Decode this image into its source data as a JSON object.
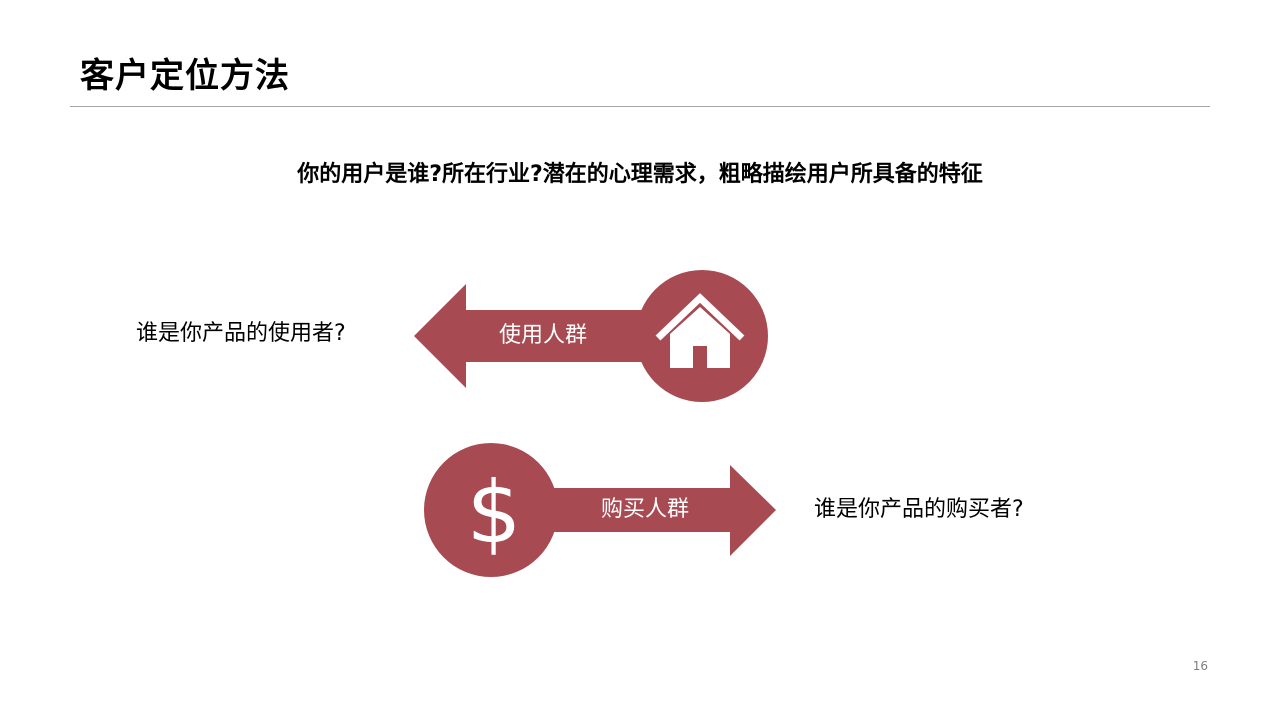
{
  "slide": {
    "title": "客户定位方法",
    "subtitle": "你的用户是谁?所在行业?潜在的心理需求，粗略描绘用户所具备的特征",
    "page_number": "16"
  },
  "users_block": {
    "question": "谁是你产品的使用者?",
    "label": "使用人群",
    "icon": "house-icon"
  },
  "buyers_block": {
    "question": "谁是你产品的购买者?",
    "label": "购买人群",
    "icon": "dollar-icon",
    "icon_glyph": "$"
  },
  "colors": {
    "accent": "#a84a52",
    "rule": "#a6a6a6",
    "page_number": "#7f7f7f"
  }
}
